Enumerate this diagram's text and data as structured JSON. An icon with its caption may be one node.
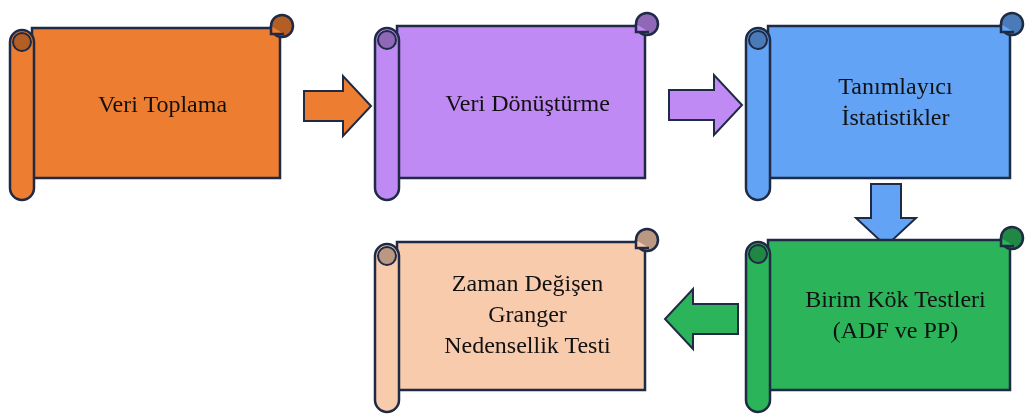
{
  "diagram": {
    "nodes": [
      {
        "text": [
          "Veri Toplama"
        ]
      },
      {
        "text": [
          "Veri Dönüştürme"
        ]
      },
      {
        "text": [
          "Tanımlayıcı İstatistikler"
        ]
      },
      {
        "text": [
          "Birim Kök Testleri (ADF ve PP)"
        ]
      },
      {
        "text": [
          "Zaman Değişen Granger Nedensellik Testi"
        ]
      }
    ],
    "edges": [
      {
        "from": 0,
        "to": 1,
        "arrow": "to",
        "color": "#ed7d31"
      },
      {
        "from": 1,
        "to": 2,
        "arrow": "to",
        "color": "#c08af5"
      },
      {
        "from": 2,
        "to": 3,
        "arrow": "to",
        "color": "#62a3f5"
      },
      {
        "from": 3,
        "to": 4,
        "arrow": "to",
        "color": "#2bb45a"
      }
    ]
  }
}
